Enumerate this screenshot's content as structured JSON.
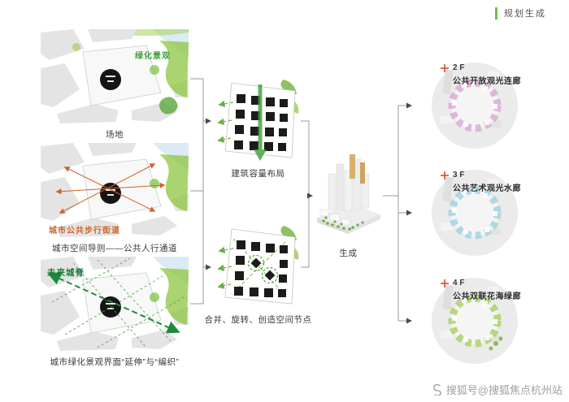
{
  "header": {
    "title": "规划生成",
    "accent_color": "#6fbf4a"
  },
  "left_column": {
    "maps": [
      {
        "overlay_label": "绿化景观",
        "overlay_color": "#3f9e37",
        "caption": "场地"
      },
      {
        "overlay_label": "城市公共步行街道",
        "overlay_color": "#d2622a",
        "caption": "城市空间导则——公共人行通道"
      },
      {
        "overlay_label": "未来城脊",
        "overlay_color": "#1e7a3a",
        "caption": "城市绿化景观界面“延伸”与“编织”"
      }
    ]
  },
  "middle_column": {
    "diagrams": [
      {
        "caption": "建筑容量布局"
      },
      {
        "caption": "合并、旋转、创造空间节点"
      }
    ]
  },
  "generate": {
    "caption": "生成"
  },
  "right_column": {
    "cross_color": "#d94f2b",
    "items": [
      {
        "floor": "2 F",
        "label": "公共开放观光连廊",
        "color": "#d9a7d6"
      },
      {
        "floor": "3 F",
        "label": "公共艺术观光水廊",
        "color": "#9fd2e0"
      },
      {
        "floor": "4 F",
        "label": "公共双联花海绿廊",
        "color": "#a9cf62"
      }
    ]
  },
  "watermark": {
    "text": "搜狐号@搜狐焦点杭州站"
  }
}
